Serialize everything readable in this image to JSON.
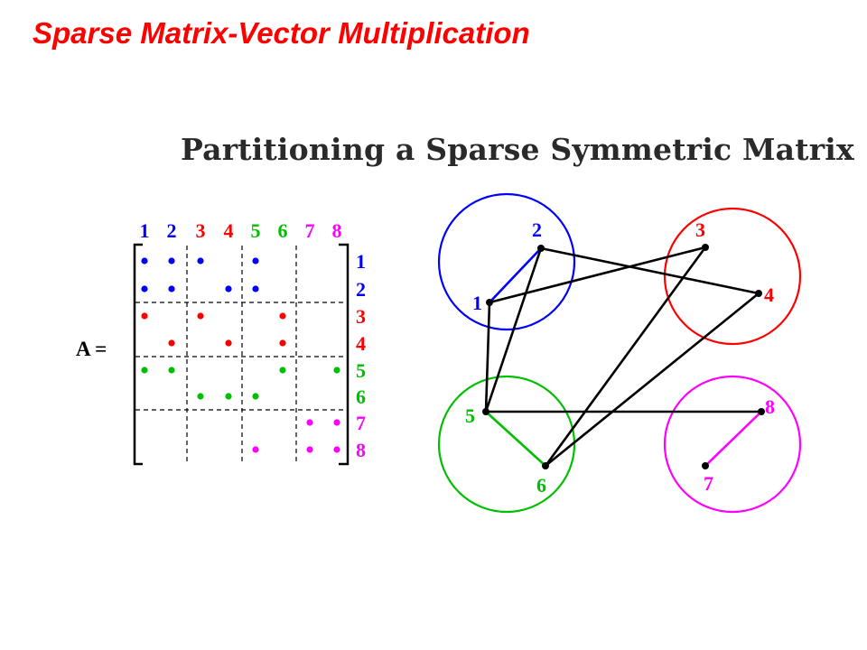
{
  "slide": {
    "title": "Sparse Matrix-Vector Multiplication"
  },
  "figure": {
    "title": "Partitioning a Sparse Symmetric Matrix",
    "matrix_label": "A =",
    "colors": {
      "blue": "#0000ff",
      "red": "#ff0000",
      "green": "#00bf00",
      "magenta": "#ff00ff",
      "black": "#000000"
    },
    "partitions": [
      {
        "rows": [
          1,
          2
        ],
        "color": "blue"
      },
      {
        "rows": [
          3,
          4
        ],
        "color": "red"
      },
      {
        "rows": [
          5,
          6
        ],
        "color": "green"
      },
      {
        "rows": [
          7,
          8
        ],
        "color": "magenta"
      }
    ],
    "column_labels": [
      "1",
      "2",
      "3",
      "4",
      "5",
      "6",
      "7",
      "8"
    ],
    "row_labels": [
      "1",
      "2",
      "3",
      "4",
      "5",
      "6",
      "7",
      "8"
    ],
    "nonzeros": [
      [
        1,
        1
      ],
      [
        1,
        2
      ],
      [
        1,
        3
      ],
      [
        1,
        5
      ],
      [
        2,
        1
      ],
      [
        2,
        2
      ],
      [
        2,
        4
      ],
      [
        2,
        5
      ],
      [
        3,
        1
      ],
      [
        3,
        3
      ],
      [
        3,
        6
      ],
      [
        4,
        2
      ],
      [
        4,
        4
      ],
      [
        4,
        6
      ],
      [
        5,
        1
      ],
      [
        5,
        2
      ],
      [
        5,
        6
      ],
      [
        5,
        8
      ],
      [
        6,
        3
      ],
      [
        6,
        4
      ],
      [
        6,
        5
      ],
      [
        7,
        7
      ],
      [
        7,
        8
      ],
      [
        8,
        5
      ],
      [
        8,
        7
      ],
      [
        8,
        8
      ]
    ],
    "graph": {
      "nodes": [
        {
          "id": "1",
          "label": "1"
        },
        {
          "id": "2",
          "label": "2"
        },
        {
          "id": "3",
          "label": "3"
        },
        {
          "id": "4",
          "label": "4"
        },
        {
          "id": "5",
          "label": "5"
        },
        {
          "id": "6",
          "label": "6"
        },
        {
          "id": "7",
          "label": "7"
        },
        {
          "id": "8",
          "label": "8"
        }
      ],
      "edges": [
        {
          "from": "1",
          "to": "2",
          "color": "blue"
        },
        {
          "from": "1",
          "to": "3",
          "color": "black"
        },
        {
          "from": "1",
          "to": "5",
          "color": "black"
        },
        {
          "from": "2",
          "to": "4",
          "color": "black"
        },
        {
          "from": "2",
          "to": "5",
          "color": "black"
        },
        {
          "from": "3",
          "to": "6",
          "color": "black"
        },
        {
          "from": "4",
          "to": "6",
          "color": "black"
        },
        {
          "from": "5",
          "to": "6",
          "color": "green"
        },
        {
          "from": "5",
          "to": "8",
          "color": "black"
        },
        {
          "from": "7",
          "to": "8",
          "color": "magenta"
        }
      ]
    }
  }
}
